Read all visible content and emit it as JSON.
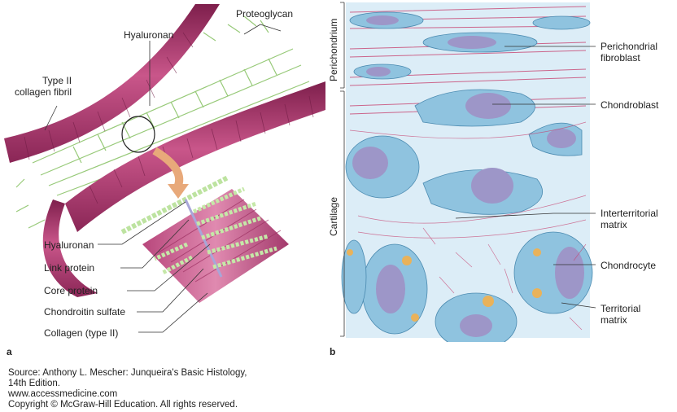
{
  "panel_a": {
    "letter": "a",
    "labels": {
      "proteoglycan": "Proteoglycan",
      "hyaluronan_top": "Hyaluronan",
      "type2_fibril": "Type II\ncollagen fibril",
      "hyaluronan": "Hyaluronan",
      "link_protein": "Link protein",
      "core_protein": "Core protein",
      "chondroitin_sulfate": "Chondroitin sulfate",
      "collagen_type2": "Collagen (type II)"
    }
  },
  "panel_b": {
    "letter": "b",
    "labels": {
      "perichondrium": "Perichondrium",
      "cartilage": "Cartilage",
      "perichondrial_fibroblast": "Perichondrial\nfibroblast",
      "chondroblast": "Chondroblast",
      "interterritorial_matrix": "Interterritorial\nmatrix",
      "chondrocyte": "Chondrocyte",
      "territorial_matrix": "Territorial\nmatrix"
    }
  },
  "source": {
    "line1": "Source: Anthony L. Mescher: Junqueira's Basic Histology,",
    "line2": "14th Edition.",
    "line3": "www.accessmedicine.com",
    "line4": "Copyright © McGraw-Hill Education. All rights reserved."
  },
  "colors": {
    "collagen": "#a8356a",
    "collagen_light": "#c9568a",
    "gag_green": "#9bd07a",
    "matrix_blue": "#d7ebf6",
    "cell_blue": "#8fc3df",
    "nucleus": "#9d96c8",
    "fibers": "#c0406f"
  }
}
